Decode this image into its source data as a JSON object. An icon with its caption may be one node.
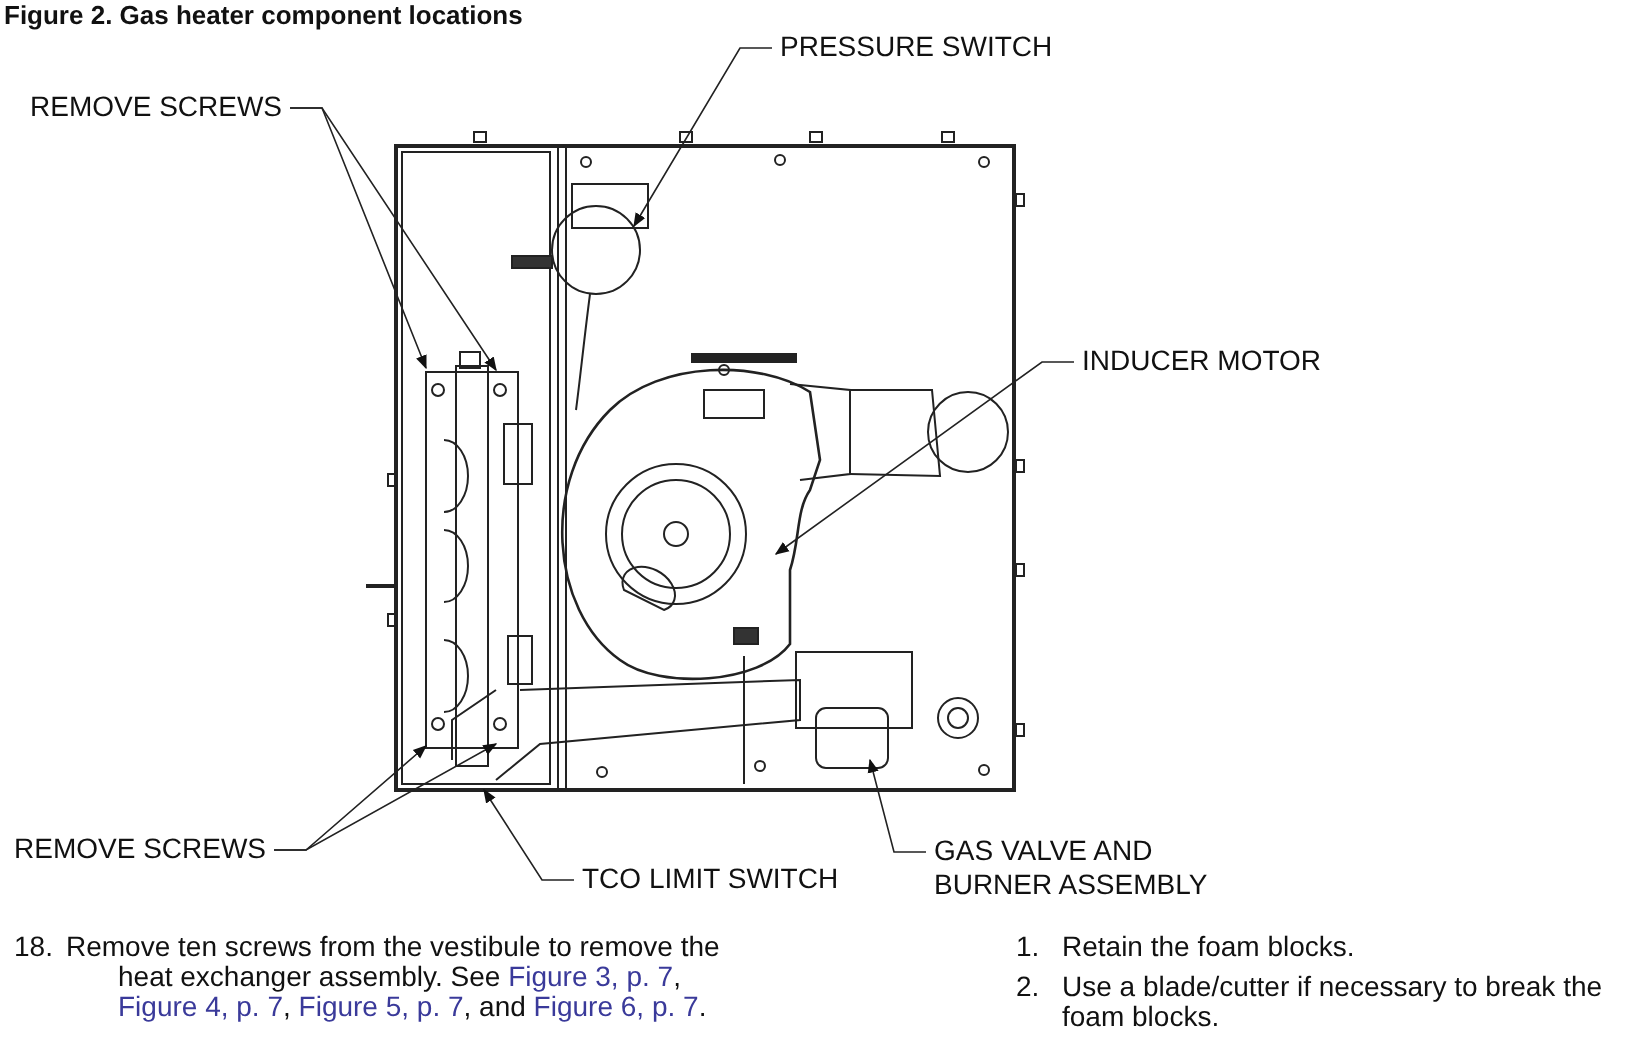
{
  "diagram": {
    "title": "Figure 2. Gas heater component locations",
    "nodes": [
      {
        "text": [
          "REMOVE SCREWS"
        ]
      },
      {
        "text": [
          "PRESSURE SWITCH"
        ]
      },
      {
        "text": [
          "INDUCER MOTOR"
        ]
      },
      {
        "text": [
          "REMOVE SCREWS"
        ]
      },
      {
        "text": [
          "TCO LIMIT SWITCH"
        ]
      },
      {
        "text": [
          "GAS VALVE AND BURNER ASSEMBLY"
        ]
      }
    ],
    "edges": [
      {
        "from": 0,
        "to": null,
        "arrow": "to"
      },
      {
        "from": 0,
        "to": null,
        "arrow": "to"
      },
      {
        "from": 1,
        "to": null,
        "arrow": "to"
      },
      {
        "from": 2,
        "to": null,
        "arrow": "to"
      },
      {
        "from": 3,
        "to": null,
        "arrow": "to"
      },
      {
        "from": 3,
        "to": null,
        "arrow": "to"
      },
      {
        "from": 4,
        "to": null,
        "arrow": "to"
      },
      {
        "from": 5,
        "to": null,
        "arrow": "to"
      }
    ],
    "labels": [
      "18.",
      "Remove ten screws from the vestibule to remove the heat exchanger assembly. See",
      "Figure 3, p. 7",
      ",",
      "Figure 4, p. 7",
      ",",
      "Figure 5, p. 7",
      ", and",
      "Figure 6, p. 7",
      ".",
      "1.",
      "Retain the foam blocks.",
      "2.",
      "Use a blade/cutter if necessary to break the foam blocks."
    ]
  }
}
